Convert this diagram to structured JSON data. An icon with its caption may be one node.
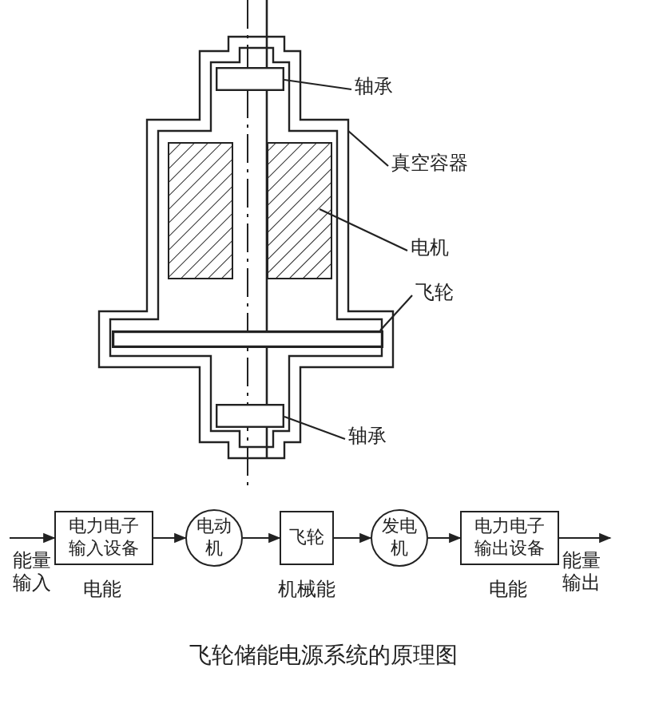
{
  "diagram": {
    "caption": "飞轮储能电源系统的原理图",
    "nodes": [
      {
        "text": [],
        "shape": "box"
      },
      {
        "text": [
          "轴承"
        ]
      },
      {
        "text": [],
        "shape": "box",
        "in": 0
      },
      {
        "text": [
          "真空容器"
        ]
      },
      {
        "text": [
          "电机"
        ]
      },
      {
        "text": [],
        "shape": "box",
        "in": 0
      },
      {
        "text": [
          "飞轮"
        ]
      },
      {
        "text": [],
        "shape": "bar",
        "in": 0
      },
      {
        "text": [
          "轴承"
        ]
      },
      {
        "text": [],
        "shape": "box",
        "in": 0
      },
      {
        "text": [
          "电力电子输入设备"
        ],
        "beside": [
          "电能"
        ]
      },
      {
        "text": [
          "电动机"
        ]
      },
      {
        "text": [
          "飞轮"
        ],
        "beside": [
          "机械能"
        ]
      },
      {
        "text": [
          "发电机"
        ]
      },
      {
        "text": [
          "电力电子输出设备"
        ],
        "beside": [
          "电能"
        ]
      }
    ],
    "edges": [
      {
        "from": 1,
        "to": 2,
        "arrow": "none"
      },
      {
        "from": 3,
        "to": 0,
        "arrow": "none"
      },
      {
        "from": 4,
        "to": 5,
        "arrow": "none"
      },
      {
        "from": 6,
        "to": 7,
        "arrow": "none"
      },
      {
        "from": 8,
        "to": 9,
        "arrow": "none"
      },
      {
        "from": null,
        "to": 10,
        "arrow": "to",
        "label": "能量输入"
      },
      {
        "from": 10,
        "to": 11,
        "arrow": "to"
      },
      {
        "from": 11,
        "to": 12,
        "arrow": "to"
      },
      {
        "from": 12,
        "to": 13,
        "arrow": "to"
      },
      {
        "from": 13,
        "to": 14,
        "arrow": "to"
      },
      {
        "from": 14,
        "to": null,
        "arrow": "to",
        "label": "能量输出"
      }
    ]
  }
}
